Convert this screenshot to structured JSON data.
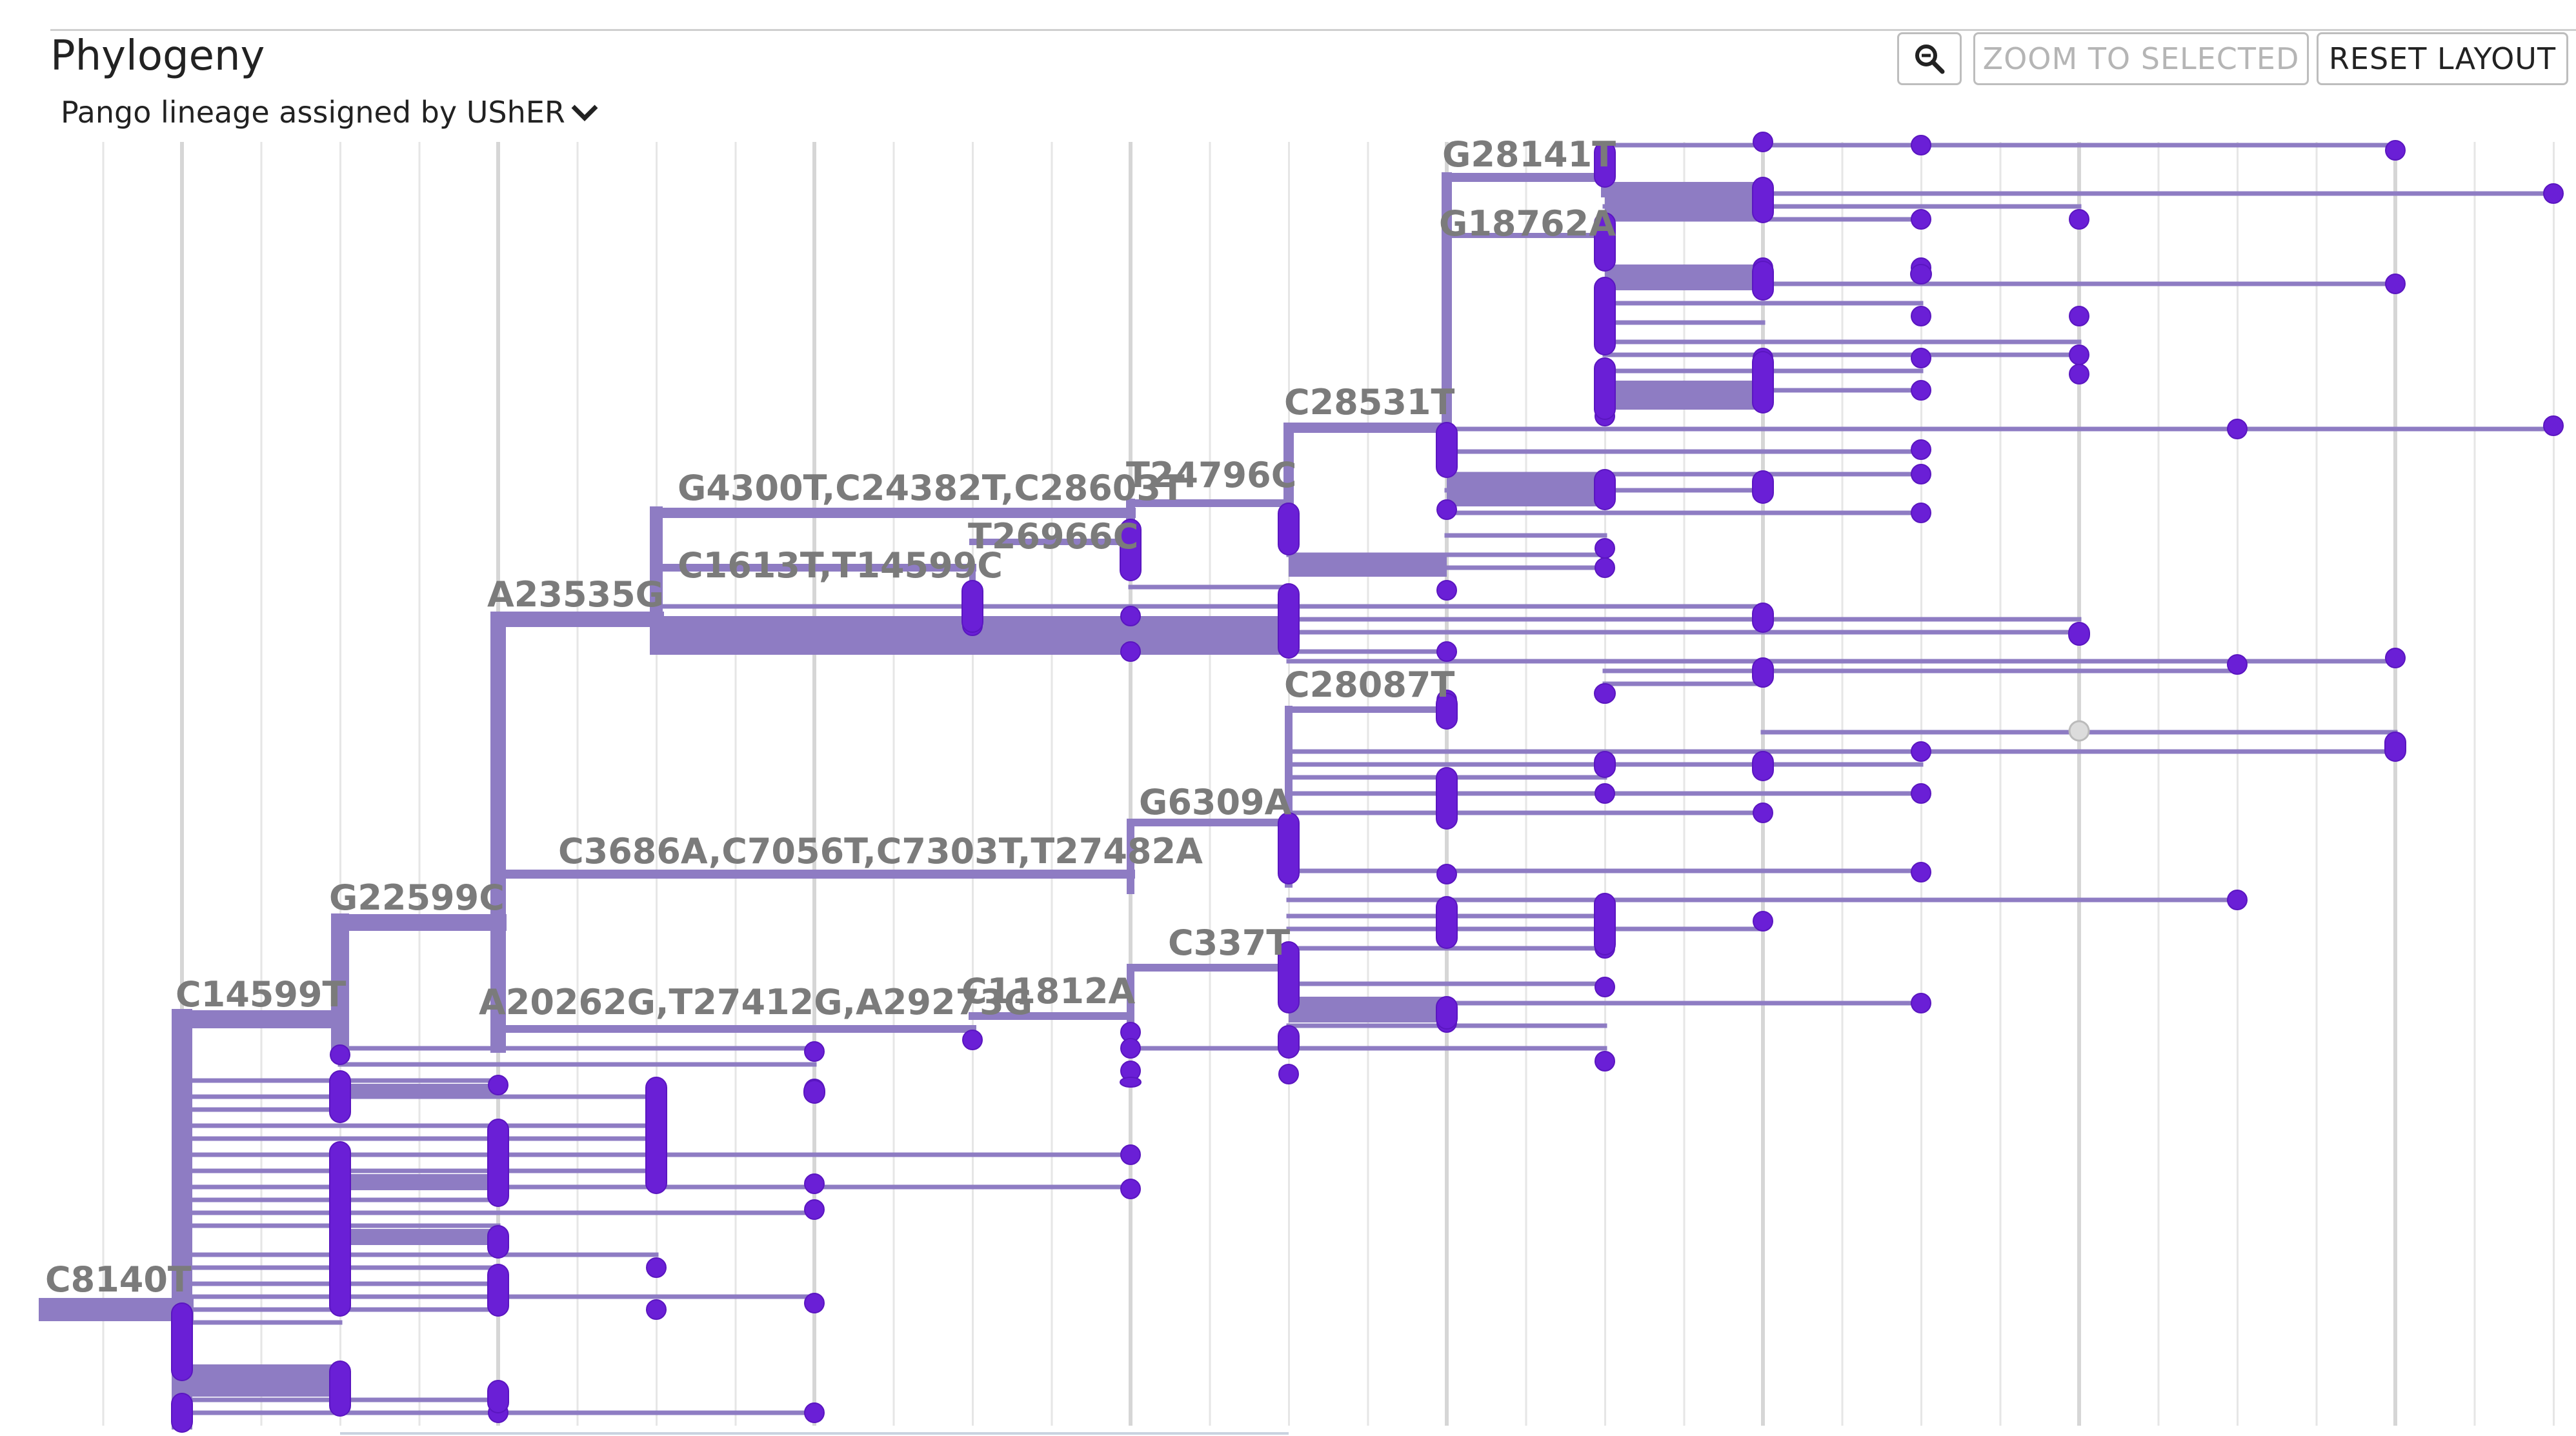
{
  "panel": {
    "title": "Phylogeny",
    "color_by": "Pango lineage assigned by UShER"
  },
  "toolbar": {
    "zoom_icon": "magnifier-zoom-icon",
    "zoom_to_selected_label": "ZOOM TO SELECTED",
    "zoom_to_selected_enabled": false,
    "reset_layout_label": "RESET LAYOUT"
  },
  "colors": {
    "branch": "#8e7cc3",
    "node": "#6a1fd6",
    "node_stroke": "#5a16c0",
    "selected_node": "#dcdcdc",
    "label": "#7b7b7b",
    "grid": "#e6e6e6"
  },
  "tree": {
    "mutation_labels": [
      "G28141T",
      "G18762A",
      "C28531T",
      "G4300T,C24382T,C28603T",
      "T24796C",
      "T26966C",
      "C1613T,T14599C",
      "A23535G",
      "C28087T",
      "G6309A",
      "C3686A,C7056T,C7303T,T27482A",
      "G22599C",
      "C337T",
      "C11812A",
      "C14599T",
      "A20262G,T27412G,A29273G",
      "C8140T"
    ]
  }
}
